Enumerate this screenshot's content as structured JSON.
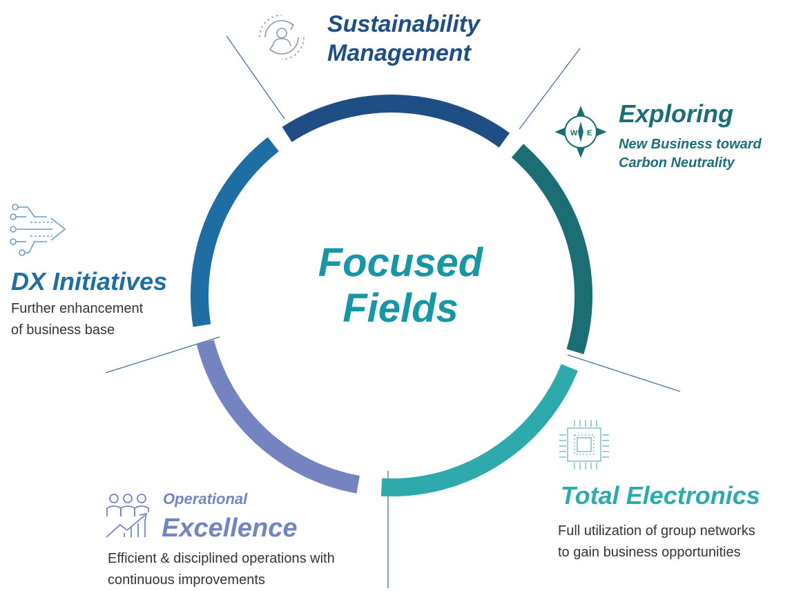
{
  "center": {
    "line1": "Focused",
    "line2": "Fields"
  },
  "sustainability": {
    "line1": "Sustainability",
    "line2": "Management",
    "icon": "person-cycle-icon"
  },
  "exploring": {
    "title": "Exploring",
    "sub1": "New Business toward",
    "sub2": "Carbon Neutrality",
    "icon": "compass-icon"
  },
  "dx": {
    "title": "DX Initiatives",
    "desc1": "Further enhancement",
    "desc2": "of business base",
    "icon": "circuit-arrow-icon"
  },
  "total_electronics": {
    "title": "Total Electronics",
    "desc1": "Full utilization of group networks",
    "desc2": "to gain business opportunities",
    "icon": "microchip-icon"
  },
  "operational": {
    "line1": "Operational",
    "line2": "Excellence",
    "desc1": "Efficient & disciplined operations with",
    "desc2": "continuous improvements",
    "icon": "team-growth-icon"
  },
  "colors": {
    "sustainability": "#1f4e85",
    "exploring": "#1b6e73",
    "dx": "#1e6ea4",
    "total_electronics": "#2eaaac",
    "operational": "#7484c1",
    "center": "#1796a6",
    "desc": "#333333",
    "divider": "#4a6ea0"
  }
}
